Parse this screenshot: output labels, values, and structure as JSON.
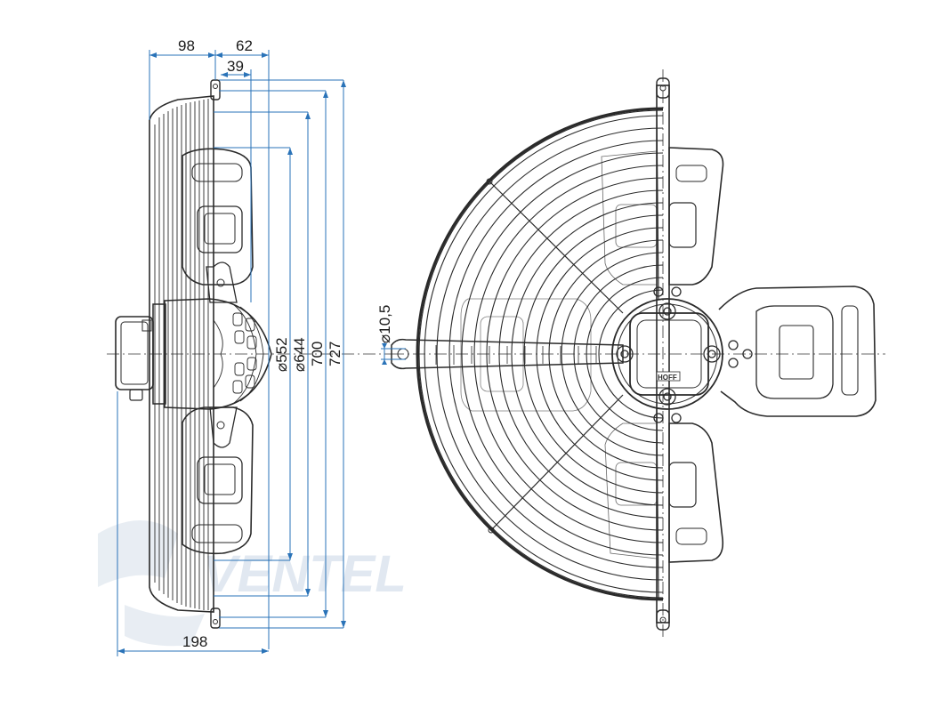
{
  "drawing": {
    "dimensions": {
      "d98": "98",
      "d62": "62",
      "d39": "39",
      "d198": "198",
      "d552": "⌀552",
      "d644": "⌀644",
      "d700": "700",
      "d727": "727",
      "d10_5": "⌀10,5"
    },
    "logo_text": "HOFF",
    "watermark_text": "VENTEL",
    "colors": {
      "dimension_line": "#2a73b8",
      "outline": "#2a2a2a",
      "watermark": "#c9d7e6"
    }
  }
}
